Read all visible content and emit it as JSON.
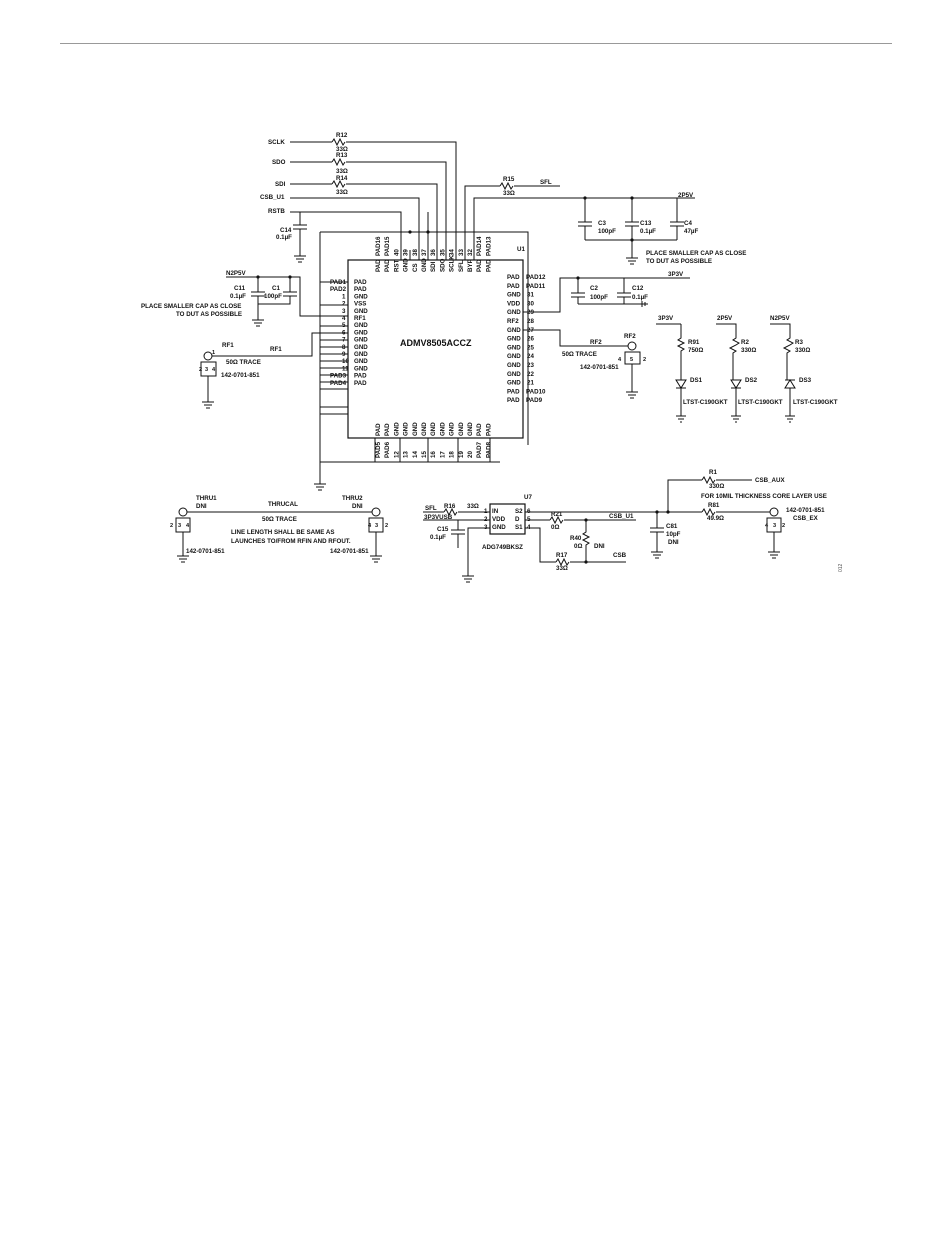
{
  "page": {
    "figure_id": "012"
  },
  "u1": {
    "ref": "U1",
    "part": "ADMV8505ACCZ",
    "left_pins": [
      {
        "num": "",
        "name": "PAD",
        "pad": "PAD1"
      },
      {
        "num": "",
        "name": "PAD",
        "pad": "PAD2"
      },
      {
        "num": "1",
        "name": "GND"
      },
      {
        "num": "2",
        "name": "VSS"
      },
      {
        "num": "3",
        "name": "GND"
      },
      {
        "num": "4",
        "name": "RF1"
      },
      {
        "num": "5",
        "name": "GND"
      },
      {
        "num": "6",
        "name": "GND"
      },
      {
        "num": "7",
        "name": "GND"
      },
      {
        "num": "8",
        "name": "GND"
      },
      {
        "num": "9",
        "name": "GND"
      },
      {
        "num": "10",
        "name": "GND"
      },
      {
        "num": "11",
        "name": "GND"
      },
      {
        "num": "",
        "name": "PAD",
        "pad": "PAD3"
      },
      {
        "num": "",
        "name": "PAD",
        "pad": "PAD4"
      }
    ],
    "right_pins": [
      {
        "num": "",
        "name": "PAD",
        "pad": "PAD12"
      },
      {
        "num": "",
        "name": "PAD",
        "pad": "PAD11"
      },
      {
        "num": "31",
        "name": "GND"
      },
      {
        "num": "30",
        "name": "VDD"
      },
      {
        "num": "29",
        "name": "GND"
      },
      {
        "num": "28",
        "name": "RF2"
      },
      {
        "num": "27",
        "name": "GND"
      },
      {
        "num": "26",
        "name": "GND"
      },
      {
        "num": "25",
        "name": "GND"
      },
      {
        "num": "24",
        "name": "GND"
      },
      {
        "num": "23",
        "name": "GND"
      },
      {
        "num": "22",
        "name": "GND"
      },
      {
        "num": "21",
        "name": "GND"
      },
      {
        "num": "",
        "name": "PAD",
        "pad": "PAD10"
      },
      {
        "num": "",
        "name": "PAD",
        "pad": "PAD9"
      }
    ],
    "top_pins": [
      {
        "num": "",
        "name": "PAD",
        "pad": "PAD16"
      },
      {
        "num": "",
        "name": "PAD",
        "pad": "PAD15"
      },
      {
        "num": "40",
        "name": "RST"
      },
      {
        "num": "39",
        "name": "GND"
      },
      {
        "num": "38",
        "name": "CS"
      },
      {
        "num": "37",
        "name": "GND"
      },
      {
        "num": "36",
        "name": "SDI"
      },
      {
        "num": "35",
        "name": "SDO"
      },
      {
        "num": "34",
        "name": "SCLK"
      },
      {
        "num": "33",
        "name": "SFL"
      },
      {
        "num": "32",
        "name": "BYP"
      },
      {
        "num": "",
        "name": "PAD",
        "pad": "PAD14"
      },
      {
        "num": "",
        "name": "PAD",
        "pad": "PAD13"
      }
    ],
    "bottom_pins": [
      {
        "num": "",
        "name": "PAD",
        "pad": "PAD5"
      },
      {
        "num": "",
        "name": "PAD",
        "pad": "PAD6"
      },
      {
        "num": "12",
        "name": "GND"
      },
      {
        "num": "13",
        "name": "GND"
      },
      {
        "num": "14",
        "name": "GND"
      },
      {
        "num": "15",
        "name": "GND"
      },
      {
        "num": "16",
        "name": "GND"
      },
      {
        "num": "17",
        "name": "GND"
      },
      {
        "num": "18",
        "name": "GND"
      },
      {
        "num": "19",
        "name": "GND"
      },
      {
        "num": "20",
        "name": "GND"
      },
      {
        "num": "",
        "name": "PAD",
        "pad": "PAD7"
      },
      {
        "num": "",
        "name": "PAD",
        "pad": "PAD8"
      }
    ]
  },
  "nets": {
    "sclk": "SCLK",
    "sdo": "SDO",
    "sdi": "SDI",
    "csb_u1": "CSB_U1",
    "rstb": "RSTB",
    "sfl": "SFL",
    "p2v5": "2P5V",
    "n2p5v": "N2P5V",
    "p3v3": "3P3V",
    "rf1": "RF1",
    "rf2": "RF2",
    "csb_aux": "CSB_AUX",
    "csb": "CSB",
    "p3v3usb": "3P3VUSB",
    "sfl_u7": "SFL",
    "csb_u1_u7": "CSB_U1"
  },
  "components": {
    "r12": {
      "ref": "R12",
      "value": "33Ω"
    },
    "r13": {
      "ref": "R13",
      "value": "33Ω"
    },
    "r14": {
      "ref": "R14",
      "value": "33Ω"
    },
    "r15": {
      "ref": "R15",
      "value": "33Ω"
    },
    "c14": {
      "ref": "C14",
      "value": "0.1µF"
    },
    "c3": {
      "ref": "C3",
      "value": "100pF"
    },
    "c13": {
      "ref": "C13",
      "value": "0.1µF"
    },
    "c4": {
      "ref": "C4",
      "value": "47µF"
    },
    "c11": {
      "ref": "C11",
      "value": "0.1µF"
    },
    "c1": {
      "ref": "C1",
      "value": "100pF"
    },
    "c2": {
      "ref": "C2",
      "value": "100pF"
    },
    "c12": {
      "ref": "C12",
      "value": "0.1µF"
    },
    "r91": {
      "ref": "R91",
      "value": "750Ω"
    },
    "r2": {
      "ref": "R2",
      "value": "330Ω"
    },
    "r3": {
      "ref": "R3",
      "value": "330Ω"
    },
    "ds1": {
      "ref": "DS1",
      "part": "LTST-C190GKT"
    },
    "ds2": {
      "ref": "DS2",
      "part": "LTST-C190GKT"
    },
    "ds3": {
      "ref": "DS3",
      "part": "LTST-C190GKT"
    },
    "rf1_conn": {
      "ref": "RF1",
      "part": "142-0701-851"
    },
    "rf2_conn": {
      "ref": "RF2",
      "part": "142-0701-851"
    },
    "thru1": {
      "ref": "THRU1",
      "dni": "DNI",
      "part": "142-0701-851"
    },
    "thru2": {
      "ref": "THRU2",
      "dni": "DNI",
      "part": "142-0701-851"
    },
    "r16": {
      "ref": "R16",
      "value": "33Ω"
    },
    "c15": {
      "ref": "C15",
      "value": "0.1µF"
    },
    "r21": {
      "ref": "R21",
      "value": "0Ω"
    },
    "r40": {
      "ref": "R40",
      "value": "0Ω",
      "dni": "DNI"
    },
    "r17": {
      "ref": "R17",
      "value": "33Ω"
    },
    "r1": {
      "ref": "R1",
      "value": "330Ω"
    },
    "r81": {
      "ref": "R81",
      "value": "49.9Ω"
    },
    "c81": {
      "ref": "C81",
      "value": "10pF",
      "dni": "DNI"
    },
    "csb_ex": {
      "ref": "CSB_EX",
      "part": "142-0701-851"
    }
  },
  "u7": {
    "ref": "U7",
    "part": "ADG749BKSZ",
    "left_pins": [
      {
        "num": "1",
        "name": "IN"
      },
      {
        "num": "2",
        "name": "VDD"
      },
      {
        "num": "3",
        "name": "GND"
      }
    ],
    "right_pins": [
      {
        "num": "6",
        "name": "S2"
      },
      {
        "num": "5",
        "name": "D"
      },
      {
        "num": "4",
        "name": "S1"
      }
    ]
  },
  "notes": {
    "cap_note_1_line1": "PLACE SMALLER CAP AS CLOSE",
    "cap_note_1_line2": "TO DUT AS POSSIBLE",
    "cap_note_2_line1": "PLACE SMALLER CAP AS CLOSE",
    "cap_note_2_line2": "TO DUT AS POSSIBLE",
    "trace_rf1": "50Ω TRACE",
    "trace_rf2": "50Ω TRACE",
    "thrucal": "THRUCAL",
    "thrucal_trace": "50Ω TRACE",
    "line_length_1": "LINE LENGTH SHALL BE SAME AS",
    "line_length_2": "LAUNCHES TO/FROM RFIN AND RFOUT.",
    "core_layer": "FOR 10MIL THICKNESS CORE LAYER USE"
  }
}
